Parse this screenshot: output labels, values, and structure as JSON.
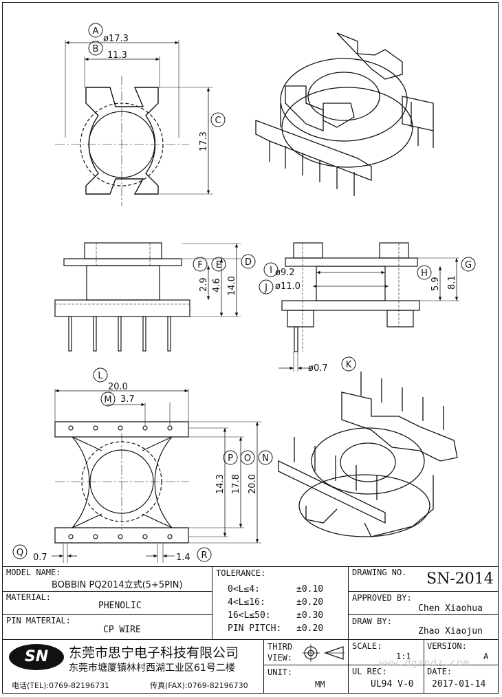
{
  "dimensions": {
    "d_17_3": "ø17.3",
    "w_11_3": "11.3",
    "h_17_3": "17.3",
    "h_2_9": "2.9",
    "h_4_6": "4.6",
    "h_14_0": "14.0",
    "d_9_2": "ø9.2",
    "d_11_0": "ø11.0",
    "h_5_9": "5.9",
    "h_8_1": "8.1",
    "d_0_7": "ø0.7",
    "w_20_0": "20.0",
    "w_3_7": "3.7",
    "h_14_3": "14.3",
    "h_17_8": "17.8",
    "h_20_0": "20.0",
    "w_0_7": "0.7",
    "w_1_4": "1.4"
  },
  "callouts": [
    "A",
    "B",
    "C",
    "D",
    "E",
    "F",
    "G",
    "H",
    "I",
    "J",
    "K",
    "L",
    "M",
    "N",
    "O",
    "P",
    "Q",
    "R"
  ],
  "title_block": {
    "model_name_label": "MODEL NAME:",
    "model_name_value": "BOBBIN PQ2014立式(5+5PIN)",
    "material_label": "MATERIAL:",
    "material_value": "PHENOLIC",
    "pin_material_label": "PIN MATERIAL:",
    "pin_material_value": "CP WIRE",
    "tolerance_label": "TOLERANCE:",
    "tolerances": [
      {
        "range": "0<L≤4:",
        "value": "±0.10"
      },
      {
        "range": "4<L≤16:",
        "value": "±0.20"
      },
      {
        "range": "16<L≤50:",
        "value": "±0.30"
      },
      {
        "range": "PIN PITCH:",
        "value": "±0.20"
      }
    ],
    "drawing_no_label": "DRAWING NO.",
    "drawing_no_value": "SN-2014",
    "approved_by_label": "APPROVED BY:",
    "approved_by_value": "Chen Xiaohua",
    "draw_by_label": "DRAW BY:",
    "draw_by_value": "Zhao Xiaojun",
    "logo_text": "SN",
    "company_name": "东莞市思宁电子科技有限公司",
    "company_address": "东莞市塘厦镇林村西湖工业区61号二楼",
    "tel": "电话(TEL):0769-82196731",
    "fax": "传真(FAX):0769-82196730",
    "third_view_label": "THIRD VIEW:",
    "unit_label": "UNIT:",
    "unit_value": "MM",
    "scale_label": "SCALE:",
    "scale_value": "1:1",
    "version_label": "VERSION:",
    "version_value": "A",
    "website": "www.dgsndz.com",
    "ul_rec_label": "UL REC:",
    "ul_rec_value": "UL94 V-0",
    "date_label": "DATE:",
    "date_value": "2017-01-14"
  }
}
